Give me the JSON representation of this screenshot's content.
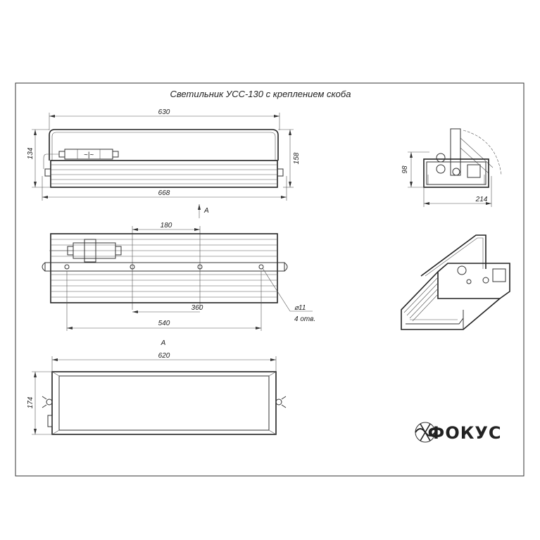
{
  "title": "Светильник УСС-130 с креплением скоба",
  "side_view": {
    "dim_top": "630",
    "dim_bottom": "668",
    "dim_left": "134",
    "dim_right": "158"
  },
  "view_marker": "A",
  "top_view": {
    "dim_spacing": "180",
    "dim_inner": "360",
    "dim_outer": "540",
    "hole_diameter": "⌀11",
    "hole_count": "4 отв."
  },
  "view_a": {
    "label": "A",
    "dim_width": "620",
    "dim_height": "174"
  },
  "end_view": {
    "dim_height": "98",
    "dim_width": "214"
  },
  "logo": {
    "text": "ФОКУС"
  }
}
